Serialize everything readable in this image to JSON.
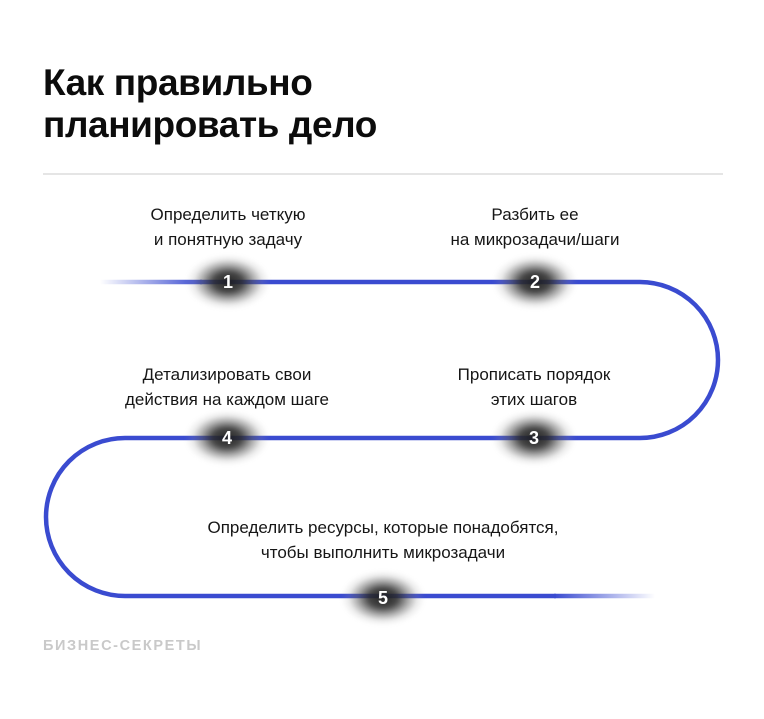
{
  "title": {
    "line1": "Как правильно",
    "line2": "планировать дело"
  },
  "steps": [
    {
      "number": "1",
      "line1": "Определить четкую",
      "line2": "и понятную задачу"
    },
    {
      "number": "2",
      "line1": "Разбить ее",
      "line2": "на микрозадачи/шаги"
    },
    {
      "number": "3",
      "line1": "Прописать порядок",
      "line2": "этих шагов"
    },
    {
      "number": "4",
      "line1": "Детализировать свои",
      "line2": "действия на каждом шаге"
    },
    {
      "number": "5",
      "line1": "Определить ресурсы, которые понадобятся,",
      "line2": "чтобы выполнить микрозадачи"
    }
  ],
  "footer": {
    "brand": "БИЗНЕС-СЕКРЕТЫ"
  },
  "colors": {
    "path_blue": "#3a4bd0",
    "badge_dark": "#2b2b2b",
    "title_text": "#0c0c0c",
    "label_text": "#161616",
    "divider": "#e5e5e5",
    "brand_text": "#c9c9c9",
    "background": "#ffffff"
  }
}
